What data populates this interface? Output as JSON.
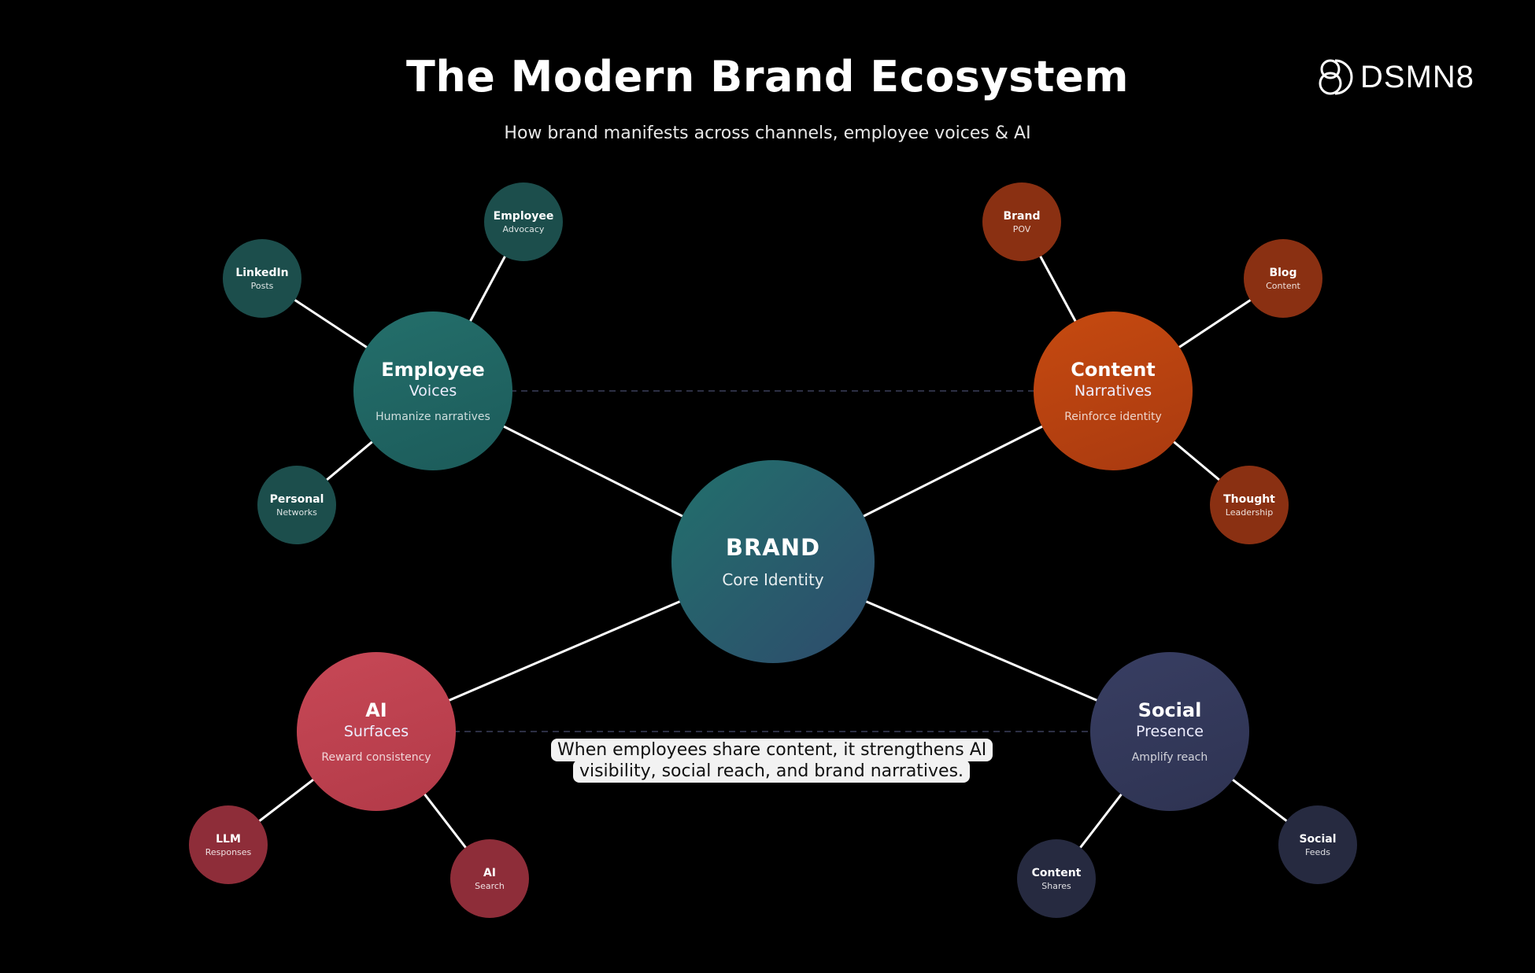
{
  "header": {
    "title": "The Modern Brand Ecosystem",
    "subtitle": "How brand manifests across channels, employee voices & AI",
    "logo_text": "DSMN8"
  },
  "core": {
    "title": "BRAND",
    "subtitle": "Core Identity"
  },
  "hubs": [
    {
      "title": "Employee",
      "subtitle": "Voices",
      "tagline": "Humanize narratives",
      "color": "#246f6b"
    },
    {
      "title": "Content",
      "subtitle": "Narratives",
      "tagline": "Reinforce identity",
      "color": "#c64a10"
    },
    {
      "title": "AI",
      "subtitle": "Surfaces",
      "tagline": "Reward consistency",
      "color": "#c74856"
    },
    {
      "title": "Social",
      "subtitle": "Presence",
      "tagline": "Amplify reach",
      "color": "#383e62"
    }
  ],
  "satellites": [
    {
      "title": "Employee",
      "subtitle": "Advocacy"
    },
    {
      "title": "LinkedIn",
      "subtitle": "Posts"
    },
    {
      "title": "Personal",
      "subtitle": "Networks"
    },
    {
      "title": "Brand",
      "subtitle": "POV"
    },
    {
      "title": "Blog",
      "subtitle": "Content"
    },
    {
      "title": "Thought",
      "subtitle": "Leadership"
    },
    {
      "title": "LLM",
      "subtitle": "Responses"
    },
    {
      "title": "AI",
      "subtitle": "Search"
    },
    {
      "title": "Content",
      "subtitle": "Shares"
    },
    {
      "title": "Social",
      "subtitle": "Feeds"
    }
  ],
  "callout": "When employees share content, it strengthens AI visibility, social reach, and brand narratives."
}
